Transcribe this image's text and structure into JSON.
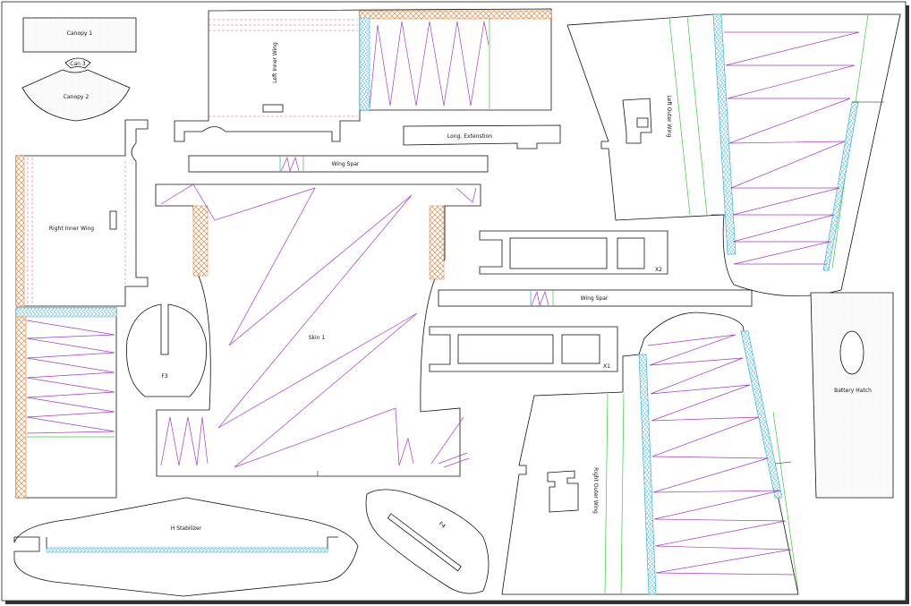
{
  "sheet": {
    "parts": {
      "canopy1": "Canopy 1",
      "can3": "Can 3",
      "canopy2": "Canopy 2",
      "left_inner_wing": "Left Inner Wing",
      "left_outer_wing": "Left Outer Wing",
      "long_extension": "Long. Extenstion",
      "wing_spar_top": "Wing Spar",
      "right_inner_wing": "Right Inner Wing",
      "skin1": "Skin 1",
      "x2": "X2",
      "wing_spar_mid": "Wing Spar",
      "f3": "F3",
      "x1": "X1",
      "battery_hatch": "Battery Hatch",
      "right_outer_wing": "Right Outer Wing",
      "h_stabilizer": "H Stabilizer",
      "f4": "F4"
    }
  },
  "colors": {
    "outline": "#111111",
    "zigzag": "#a03cc8",
    "spar": "#3cb4dc",
    "hatch": "#e07828",
    "cut_dash": "#e0506a",
    "green_line": "#3cc83c",
    "paper": "#ffffff"
  }
}
